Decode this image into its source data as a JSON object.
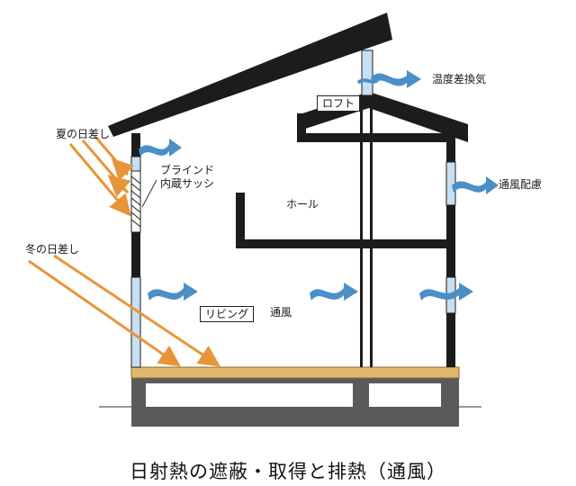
{
  "caption": "日射熱の遮蔽・取得と排熱（通風）",
  "labels": {
    "summer_sun": "夏の日差し",
    "winter_sun": "冬の日差し",
    "blind_line1": "ブラインド",
    "blind_line2": "内蔵サッシ",
    "loft": "ロフト",
    "hall": "ホール",
    "living": "リビング",
    "ventilation": "通風",
    "temp_diff_ventilation": "温度差換気",
    "ventilation_consideration": "通風配慮"
  },
  "colors": {
    "structure": "#1c1c1c",
    "sun_arrow": "#e8953a",
    "air_arrow": "#4a8fc7",
    "glass": "#c7dff2",
    "floor": "#e0b870",
    "foundation": "#555555"
  }
}
